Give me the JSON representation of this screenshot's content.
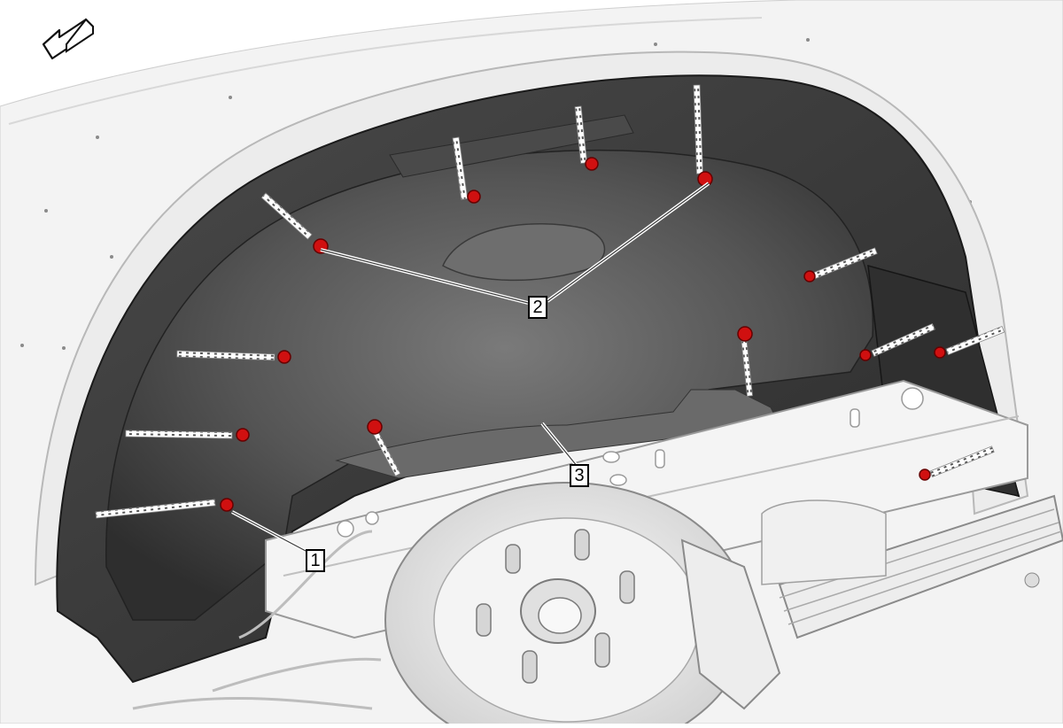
{
  "diagram": {
    "callouts": [
      {
        "id": "c1",
        "label": "1"
      },
      {
        "id": "c2",
        "label": "2"
      },
      {
        "id": "c3",
        "label": "3"
      }
    ],
    "colors": {
      "liner_dark": "#3a3a3a",
      "liner_mid": "#5e5e5e",
      "liner_light": "#8a8a8a",
      "body_panel": "#f2f2f2",
      "fastener_red": "#d01010",
      "outline": "#1a1a1a",
      "leader": "#ffffff"
    },
    "icons": {
      "direction_arrow": "front-direction-arrow-icon"
    }
  }
}
